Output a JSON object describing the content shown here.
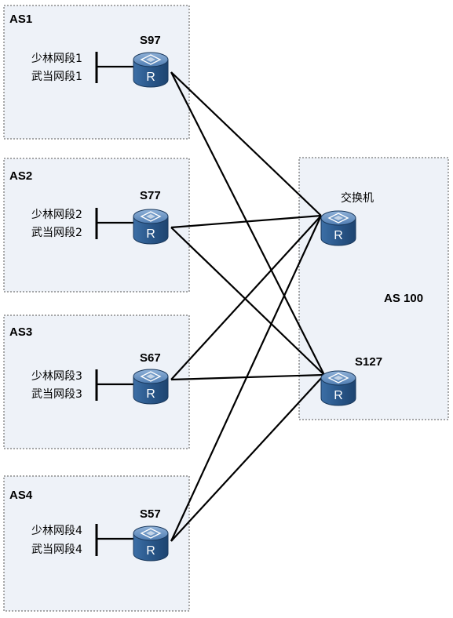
{
  "as_groups": [
    {
      "label": "AS1",
      "router": "S97",
      "segments": [
        "少林网段1",
        "武当网段1"
      ]
    },
    {
      "label": "AS2",
      "router": "S77",
      "segments": [
        "少林网段2",
        "武当网段2"
      ]
    },
    {
      "label": "AS3",
      "router": "S67",
      "segments": [
        "少林网段3",
        "武当网段3"
      ]
    },
    {
      "label": "AS4",
      "router": "S57",
      "segments": [
        "少林网段4",
        "武当网段4"
      ]
    }
  ],
  "core": {
    "label": "AS 100",
    "switch_label": "交换机",
    "router": "S127"
  },
  "router_icon_letter": "R",
  "colors": {
    "box_fill": "#eef2f8",
    "router_body": "#2f5f93",
    "router_top": "#5b86b8",
    "link": "#000000"
  }
}
